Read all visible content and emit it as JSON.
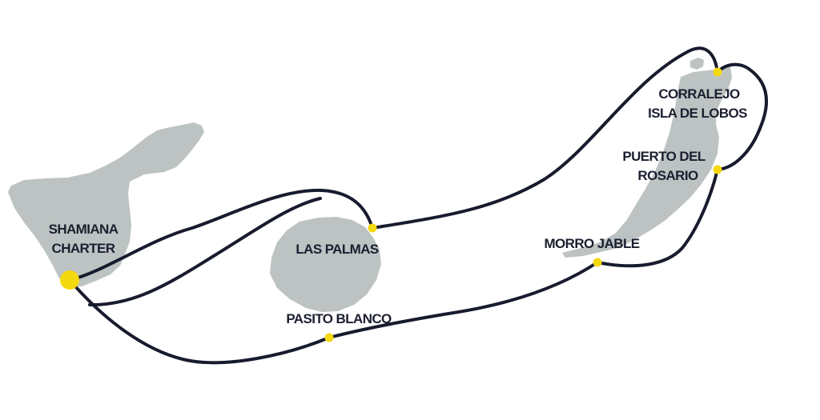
{
  "colors": {
    "island": "#bcc3c2",
    "route": "#181b2e",
    "port_marker": "#f5d90f",
    "label": "#1c1f30"
  },
  "islands": [
    "tenerife",
    "gran-canaria",
    "fuerteventura",
    "lobos"
  ],
  "ports": {
    "shamiana": {
      "line1": "SHAMIANA",
      "line2": "CHARTER"
    },
    "las_palmas": {
      "line1": "LAS PALMAS"
    },
    "pasito_blanco": {
      "line1": "PASITO BLANCO"
    },
    "morro_jable": {
      "line1": "MORRO JABLE"
    },
    "puerto_del_rosario": {
      "line1": "PUERTO DEL",
      "line2": "ROSARIO"
    },
    "corralejo": {
      "line1": "CORRALEJO",
      "line2": "ISLA DE LOBOS"
    }
  }
}
